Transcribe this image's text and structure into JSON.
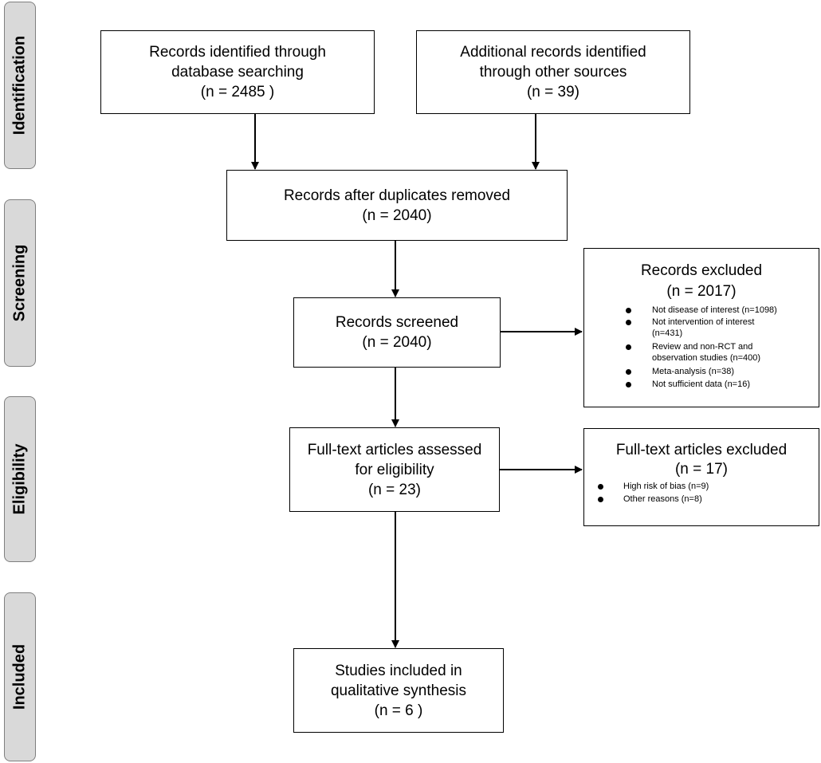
{
  "phases": {
    "identification": "Identification",
    "screening": "Screening",
    "eligibility": "Eligibility",
    "included": "Included"
  },
  "boxes": {
    "database": {
      "line1": "Records identified through",
      "line2": "database searching",
      "line3": "(n = 2485 )"
    },
    "other_sources": {
      "line1": "Additional records identified",
      "line2": "through other sources",
      "line3": "(n = 39)"
    },
    "after_duplicates": {
      "line1": "Records after duplicates removed",
      "line2": "(n = 2040)"
    },
    "screened": {
      "line1": "Records screened",
      "line2": "(n = 2040)"
    },
    "full_text": {
      "line1": "Full-text articles assessed",
      "line2": "for eligibility",
      "line3": "(n = 23)"
    },
    "included": {
      "line1": "Studies included in",
      "line2": "qualitative synthesis",
      "line3": "(n = 6 )"
    }
  },
  "records_excluded": {
    "title": "Records excluded",
    "count": "(n = 2017)",
    "items": [
      {
        "line1": "Not disease of interest (n=1098)"
      },
      {
        "line1": "Not intervention of interest",
        "line2": "(n=431)"
      },
      {
        "line1": "Review and non-RCT and",
        "line2": "observation studies (n=400)"
      },
      {
        "line1": "Meta-analysis (n=38)"
      },
      {
        "line1": "Not sufficient data (n=16)"
      }
    ]
  },
  "fulltext_excluded": {
    "title": "Full-text articles excluded",
    "count": "(n = 17)",
    "items": [
      {
        "line1": "High risk of bias (n=9)"
      },
      {
        "line1": "Other reasons (n=8)"
      }
    ]
  }
}
